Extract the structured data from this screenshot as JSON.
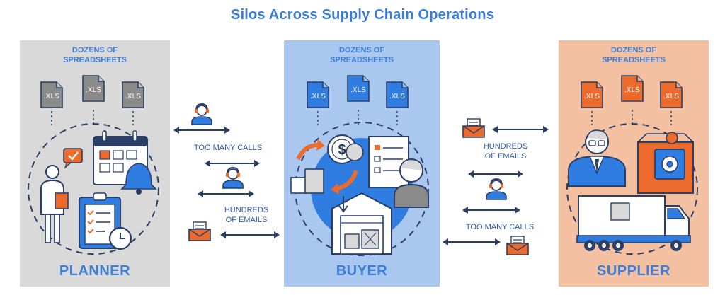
{
  "title": "Silos Across Supply Chain Operations",
  "panels": {
    "planner": {
      "header_line1": "DOZENS OF",
      "header_line2": "SPREADSHEETS",
      "files": [
        ".XLS",
        ".XLS",
        ".XLS"
      ],
      "label": "PLANNER",
      "background": "#d9d9d9",
      "file_color": "#8a8a8a"
    },
    "buyer": {
      "header_line1": "DOZENS OF",
      "header_line2": "SPREADSHEETS",
      "files": [
        ".XLS",
        ".XLS",
        ".XLS"
      ],
      "label": "BUYER",
      "background": "#aac8ef",
      "file_color": "#2f7de0"
    },
    "supplier": {
      "header_line1": "DOZENS OF",
      "header_line2": "SPREADSHEETS",
      "files": [
        ".XLS",
        ".XLS",
        ".XLS"
      ],
      "label": "SUPPLIER",
      "background": "#f4c0a2",
      "file_color": "#ec6a2c"
    }
  },
  "left_connector": {
    "calls_label": "TOO MANY CALLS",
    "emails_line1": "HUNDREDS",
    "emails_line2": "OF EMAILS"
  },
  "right_connector": {
    "emails_line1": "HUNDREDS",
    "emails_line2": "OF EMAILS",
    "calls_label": "TOO MANY CALLS"
  },
  "colors": {
    "title": "#3b7dd8",
    "navy": "#2b3f66",
    "orange": "#ec6a2c",
    "blue": "#2f7de0"
  },
  "icons": [
    "headset-agent-icon",
    "envelope-icon",
    "calendar-icon",
    "clipboard-checklist-icon",
    "clock-icon",
    "dollar-coin-icon",
    "warehouse-icon",
    "checklist-doc-icon",
    "businessman-icon",
    "truck-icon",
    "gear-box-icon",
    "bell-icon",
    "chat-check-icon"
  ]
}
